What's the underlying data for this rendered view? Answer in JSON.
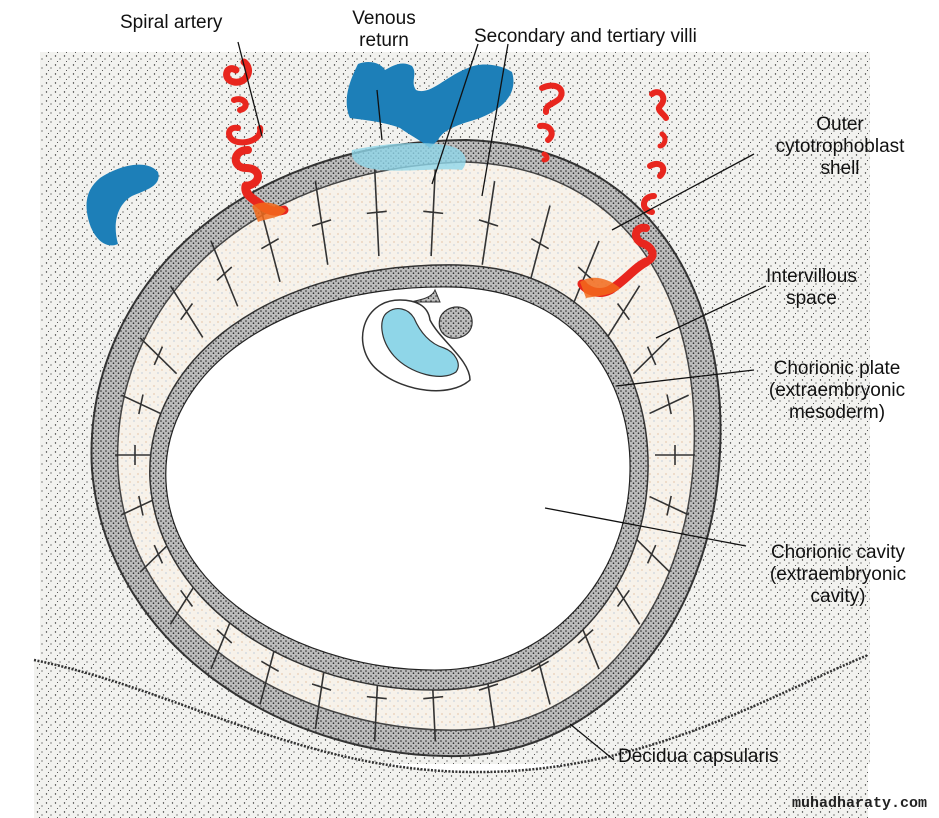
{
  "colors": {
    "artery": "#e8261e",
    "artery_orange": "#f26a1b",
    "venous": "#1d7fb8",
    "venous_light": "#8fd6e8",
    "shell": "#6a6a6a",
    "decidua_bg": "#f3f3f1",
    "stipple": "#222222",
    "villus_fill": "#f6f1ea"
  },
  "labels": {
    "spiral_artery": "Spiral artery",
    "venous_return": [
      "Venous",
      "return"
    ],
    "villi": "Secondary and tertiary villi",
    "outer_shell": [
      "Outer",
      "cytotrophoblast",
      "shell"
    ],
    "intervillous": [
      "Intervillous",
      "space"
    ],
    "chorionic_plate": [
      "Chorionic plate",
      "(extraembryonic",
      "mesoderm)"
    ],
    "chorionic_cavity": [
      "Chorionic cavity",
      "(extraembryonic",
      "cavity)"
    ],
    "decidua_capsularis": "Decidua capsularis"
  },
  "watermark": "muhadharaty.com"
}
